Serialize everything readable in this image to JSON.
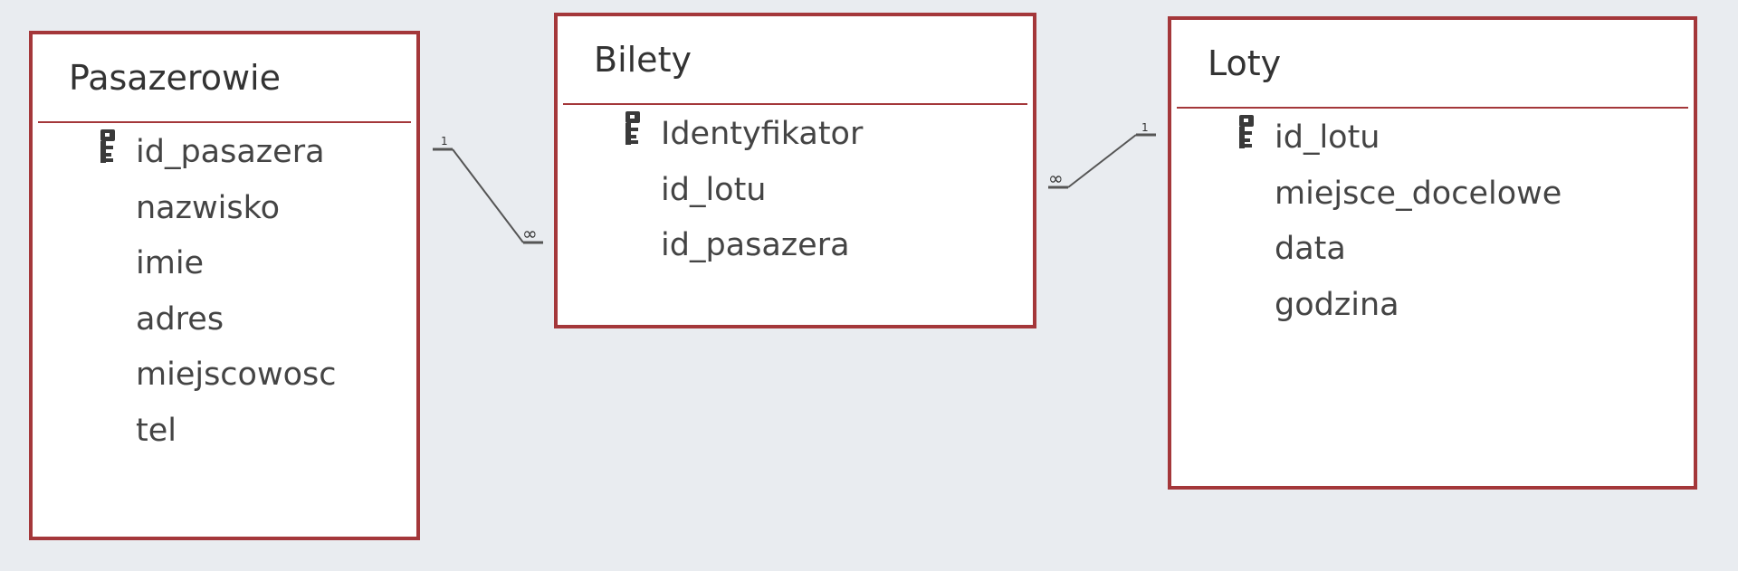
{
  "tables": {
    "pasazerowie": {
      "title": "Pasazerowie",
      "fields": [
        "id_pasazera",
        "nazwisko",
        "imie",
        "adres",
        "miejscowosc",
        "tel"
      ],
      "primary_key": "id_pasazera"
    },
    "bilety": {
      "title": "Bilety",
      "fields": [
        "Identyfikator",
        "id_lotu",
        "id_pasazera"
      ],
      "primary_key": "Identyfikator"
    },
    "loty": {
      "title": "Loty",
      "fields": [
        "id_lotu",
        "miejsce_docelowe",
        "data",
        "godzina"
      ],
      "primary_key": "id_lotu"
    }
  },
  "relationships": [
    {
      "from": "Pasazerowie.id_pasazera",
      "to": "Bilety.id_pasazera",
      "one_label": "1",
      "many_label": "∞"
    },
    {
      "from": "Loty.id_lotu",
      "to": "Bilety.id_lotu",
      "one_label": "1",
      "many_label": "∞"
    }
  ],
  "colors": {
    "border": "#a4373a",
    "background": "#e9ecf0",
    "line": "#555555"
  },
  "icons": {
    "primary_key": "key-icon"
  }
}
